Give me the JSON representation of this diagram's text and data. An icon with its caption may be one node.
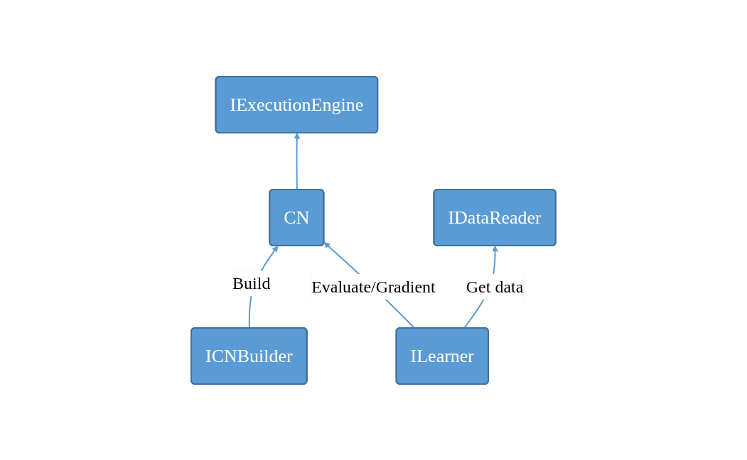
{
  "diagram": {
    "nodes": [
      {
        "text": [
          "IExecutionEngine"
        ]
      },
      {
        "text": [
          "ICNBuilder"
        ]
      },
      {
        "text": [
          "CN"
        ]
      },
      {
        "text": [
          "IDataReader"
        ]
      },
      {
        "text": [
          "ILearner"
        ]
      }
    ],
    "edges": [
      {
        "from": 2,
        "to": 0,
        "arrow": "to"
      },
      {
        "from": 1,
        "to": 2,
        "arrow": "to",
        "label": "Build"
      },
      {
        "from": 4,
        "to": 2,
        "arrow": "to",
        "label": "Evaluate/Gradient"
      },
      {
        "from": 4,
        "to": 3,
        "arrow": "to",
        "label": "Get data"
      }
    ]
  }
}
